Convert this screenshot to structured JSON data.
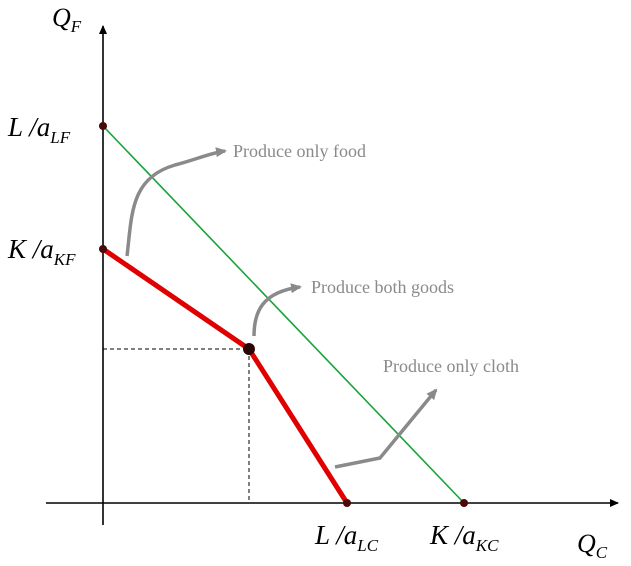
{
  "axes": {
    "y_label": "Q",
    "y_label_sub": "F",
    "x_label": "Q",
    "x_label_sub": "C"
  },
  "intercepts": {
    "L_aLF": {
      "main": "L /a",
      "sub": "LF"
    },
    "K_aKF": {
      "main": "K /a",
      "sub": "KF"
    },
    "L_aLC": {
      "main": "L /a",
      "sub": "LC"
    },
    "K_aKC": {
      "main": "K /a",
      "sub": "KC"
    }
  },
  "annotations": {
    "food": "Produce only food",
    "both": "Produce both goods",
    "cloth": "Produce only cloth"
  },
  "colors": {
    "frontier": "#e00000",
    "constraint": "#1aa33a",
    "annotation": "#8a8a8a",
    "point": "#4a0a0a"
  }
}
